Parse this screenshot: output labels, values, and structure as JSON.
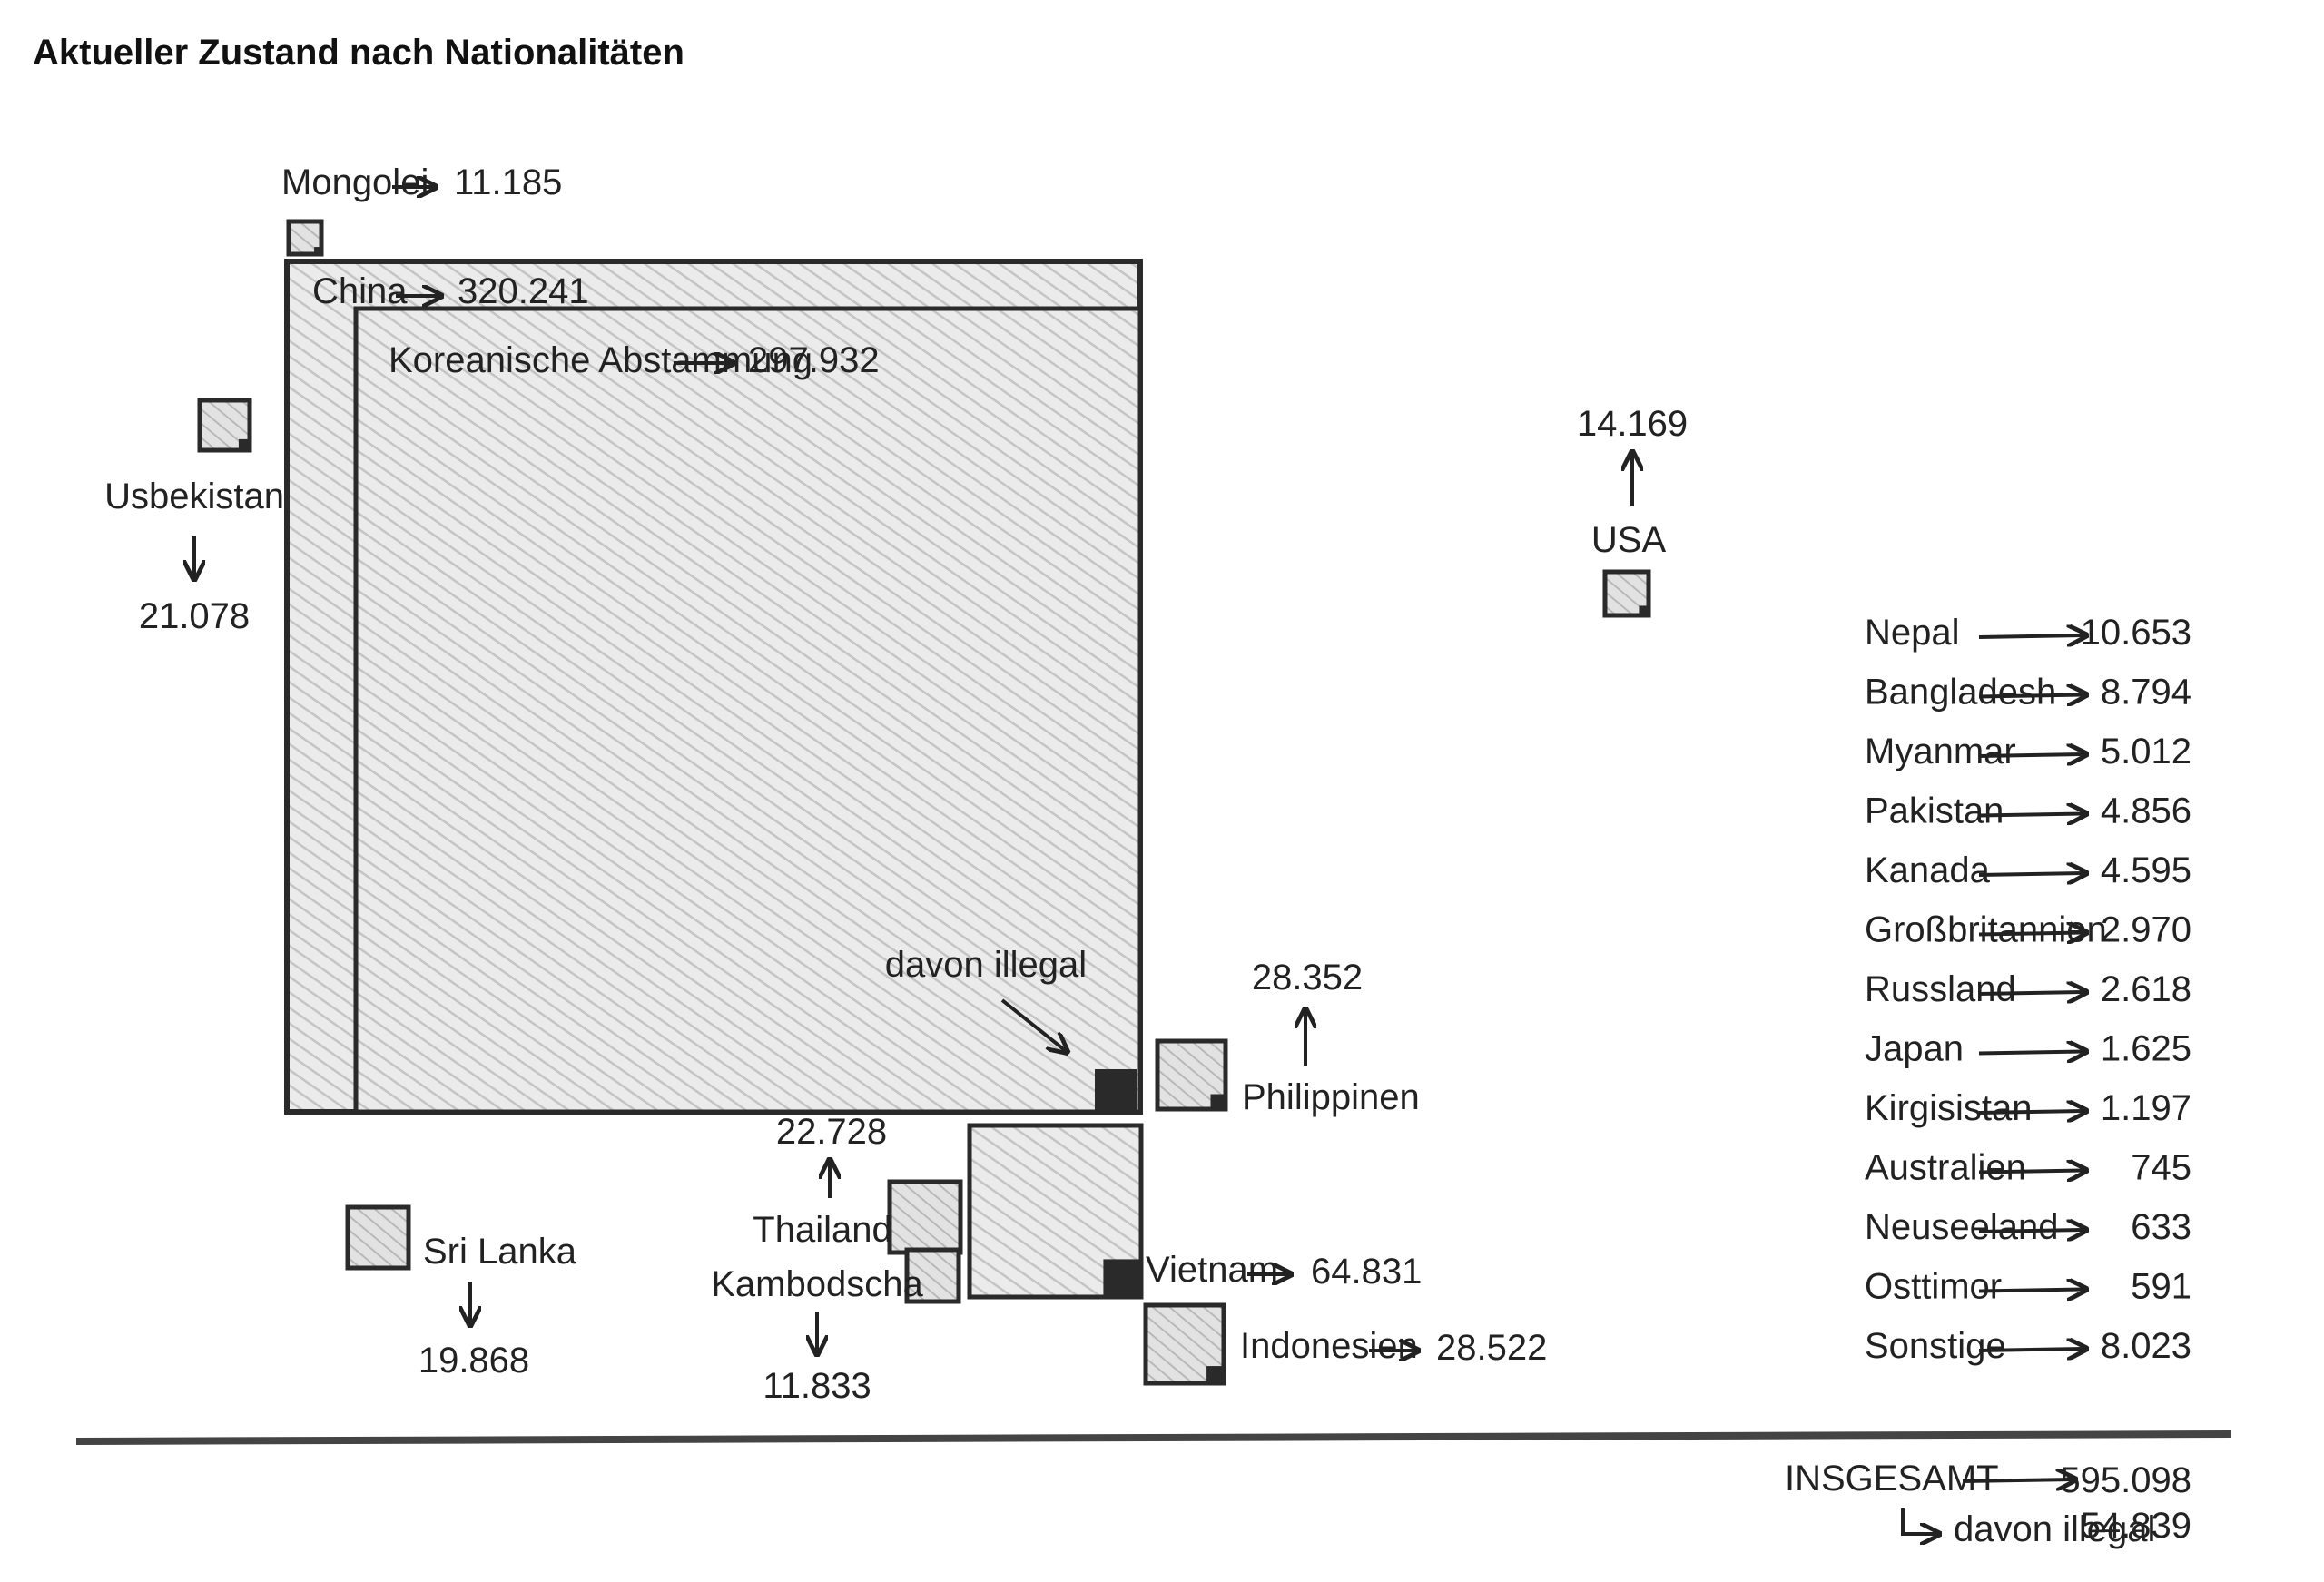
{
  "title": "Aktueller Zustand nach Nationalitäten",
  "colors": {
    "ink": "#222222",
    "fill": "#e8e8e8",
    "hatch": "#bdbdbd",
    "dark": "#2a2a2a"
  },
  "chart_data": {
    "type": "treemap-squares",
    "items": [
      {
        "name": "Mongolei",
        "value": "11.185"
      },
      {
        "name": "China",
        "value": "320.241"
      },
      {
        "name": "Koreanische Abstammung",
        "value": "297.932"
      },
      {
        "name": "Usbekistan",
        "value": "21.078"
      },
      {
        "name": "USA",
        "value": "14.169"
      },
      {
        "name": "Philippinen",
        "value": "28.352"
      },
      {
        "name": "Thailand",
        "value": "22.728"
      },
      {
        "name": "Kambodscha",
        "value": "11.833"
      },
      {
        "name": "Vietnam",
        "value": "64.831"
      },
      {
        "name": "Indonesien",
        "value": "28.522"
      },
      {
        "name": "Sri Lanka",
        "value": "19.868"
      }
    ],
    "annotation": "davon illegal",
    "list": [
      {
        "name": "Nepal",
        "value": "10.653"
      },
      {
        "name": "Bangladesh",
        "value": "8.794"
      },
      {
        "name": "Myanmar",
        "value": "5.012"
      },
      {
        "name": "Pakistan",
        "value": "4.856"
      },
      {
        "name": "Kanada",
        "value": "4.595"
      },
      {
        "name": "Großbritannien",
        "value": "2.970"
      },
      {
        "name": "Russland",
        "value": "2.618"
      },
      {
        "name": "Japan",
        "value": "1.625"
      },
      {
        "name": "Kirgisistan",
        "value": "1.197"
      },
      {
        "name": "Australien",
        "value": "745"
      },
      {
        "name": "Neuseeland",
        "value": "633"
      },
      {
        "name": "Osttimor",
        "value": "591"
      },
      {
        "name": "Sonstige",
        "value": "8.023"
      }
    ],
    "total": {
      "label": "INSGESAMT",
      "value": "595.098",
      "illegal_label": "davon illegal",
      "illegal_value": "54.839"
    }
  }
}
